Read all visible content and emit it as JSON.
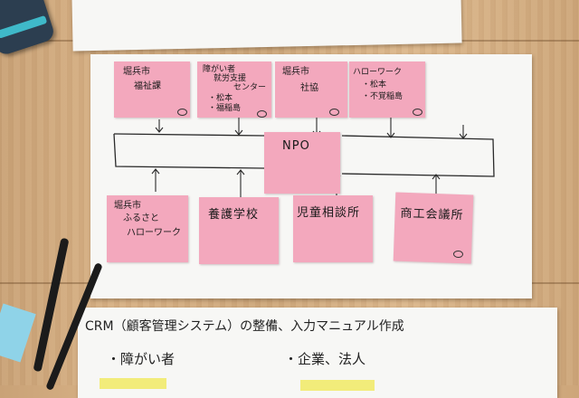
{
  "top_row": [
    {
      "line1": "堀兵市",
      "line2": "福祉課",
      "line3": "",
      "line4": "",
      "line5": ""
    },
    {
      "line1": "障がい者",
      "line2": "就労支援",
      "line3": "センター",
      "line4": "・松本",
      "line5": "・福稲島"
    },
    {
      "line1": "堀兵市",
      "line2": "社協",
      "line3": "",
      "line4": "",
      "line5": ""
    },
    {
      "line1": "ハローワーク",
      "line2": "・松本",
      "line3": "・不覚稲島",
      "line4": "",
      "line5": ""
    }
  ],
  "center_note": "NPO",
  "bottom_row": [
    {
      "line1": "堀兵市",
      "line2": "ふるさと",
      "line3": "ハローワーク"
    },
    {
      "line1": "養護学校",
      "line2": "",
      "line3": ""
    },
    {
      "line1": "児童相談所",
      "line2": "",
      "line3": ""
    },
    {
      "line1": "商工会議所",
      "line2": "",
      "line3": ""
    }
  ],
  "lower_sheet": {
    "line1": "CRM（顧客管理システム）の整備、入力マニュアル作成",
    "item_left": "・障がい者",
    "item_right": "・企業、法人"
  },
  "colors": {
    "sticky_pink": "#f3a8bd",
    "table_wood": "#d2ab7f",
    "paper": "#f7f7f5",
    "sticky_yellow": "#f2ec7a",
    "sticky_blue": "#8fd3e8"
  }
}
